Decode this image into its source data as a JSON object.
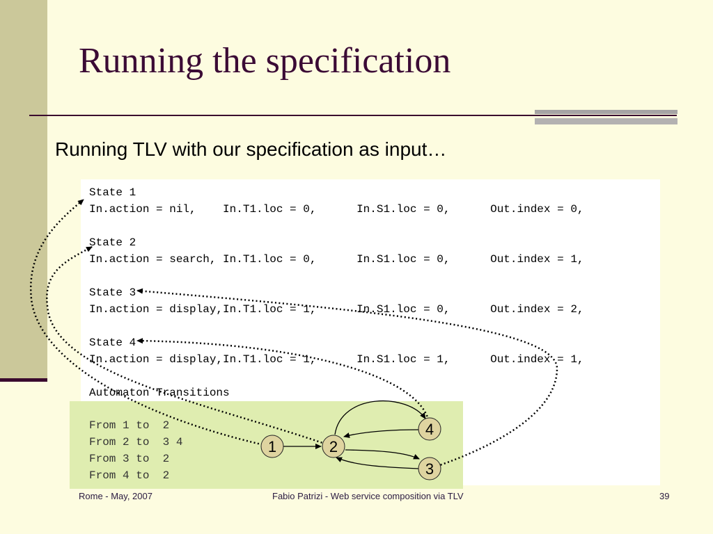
{
  "slide": {
    "title": "Running the specification",
    "subtitle": "Running TLV with our specification as input…"
  },
  "code": {
    "lines": [
      "State 1",
      "In.action = nil,    In.T1.loc = 0,      In.S1.loc = 0,      Out.index = 0,",
      "State 2",
      "In.action = search, In.T1.loc = 0,      In.S1.loc = 0,      Out.index = 1,",
      "State 3",
      "In.action = display,In.T1.loc = 1,      In.S1.loc = 0,      Out.index = 2,",
      "State 4",
      "In.action = display,In.T1.loc = 1,      In.S1.loc = 1,      Out.index = 1,",
      "Automaton Transitions",
      "From 1 to  2",
      "From 2 to  3 4",
      "From 3 to  2",
      "From 4 to  2"
    ]
  },
  "automaton": {
    "nodes": [
      "1",
      "2",
      "3",
      "4"
    ]
  },
  "footer": {
    "left": "Rome - May, 2007",
    "center": "Fabio Patrizi - Web service composition via TLV",
    "right": "39"
  },
  "colors": {
    "background": "#fdfce0",
    "left_band": "#cbc89a",
    "title": "#3b0b35",
    "rule": "#3a0a2e",
    "node_fill": "#dfd4a0",
    "green_highlight": "#dfedb0"
  }
}
